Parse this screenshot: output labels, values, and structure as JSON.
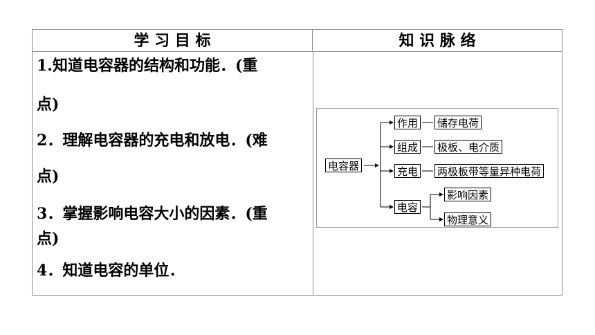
{
  "table": {
    "left_header": "学 习 目 标",
    "right_header": "知 识 脉 络"
  },
  "goals": [
    {
      "num": "1.",
      "text": "知道电容器的结构和功能．",
      "tag_a": "(重",
      "tag_b": "点)"
    },
    {
      "num": "2．",
      "text": "理解电容器的充电和放电．",
      "tag_a": "(难",
      "tag_b": "点)"
    },
    {
      "num": "3．",
      "text": "掌握影响电容大小的因素．",
      "tag_a": "(重",
      "tag_b": "点)"
    },
    {
      "num": "4．",
      "text": "知道电容的单位．"
    }
  ],
  "diagram": {
    "root": "电容器",
    "branches": [
      {
        "label": "作用",
        "detail": "储存电荷"
      },
      {
        "label": "组成",
        "detail": "极板、电介质"
      },
      {
        "label": "充电",
        "detail": "两极板带等量异种电荷"
      },
      {
        "label": "电容",
        "sub": [
          "影响因素",
          "物理意义"
        ]
      }
    ]
  }
}
